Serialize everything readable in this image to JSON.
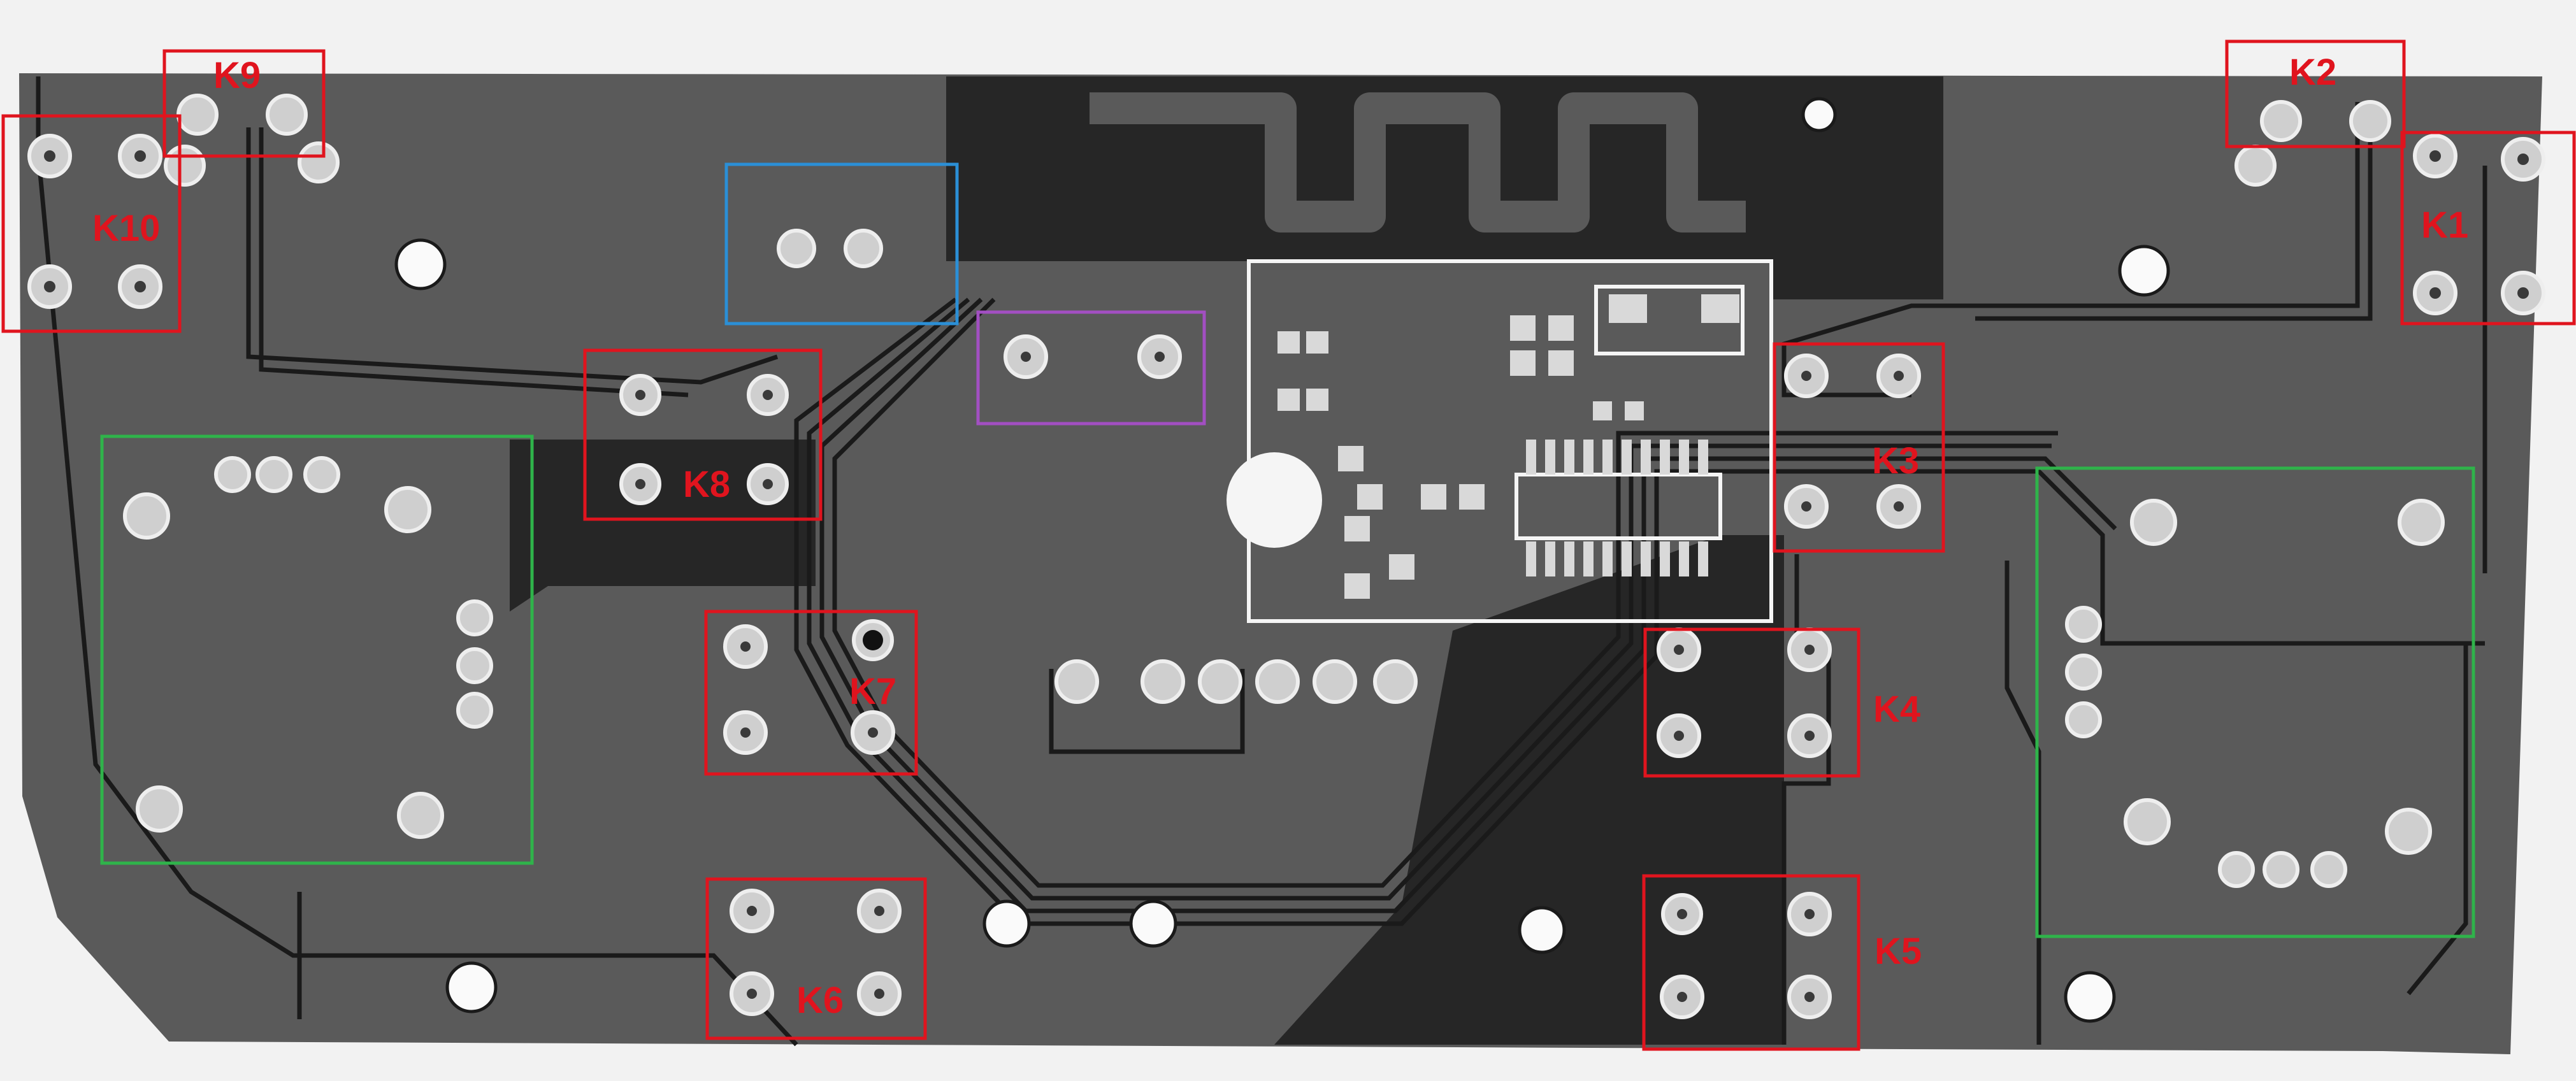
{
  "colors": {
    "background": "#f2f2f2",
    "board": "#5a5a5a",
    "board_dark": "#2a2a2a",
    "pad": "#d9d9d9",
    "trace_line": "#1a1a1a",
    "silkscreen": "#f5f5f5",
    "box_red": "#e0141e",
    "box_green": "#2fb34a",
    "box_blue": "#2b8fd6",
    "box_purple": "#a24fc2",
    "label_red": "#e0141e"
  },
  "annotations": {
    "k1": "K1",
    "k2": "K2",
    "k3": "K3",
    "k4": "K4",
    "k5": "K5",
    "k6": "K6",
    "k7": "K7",
    "k8": "K8",
    "k9": "K9",
    "k10": "K10"
  }
}
